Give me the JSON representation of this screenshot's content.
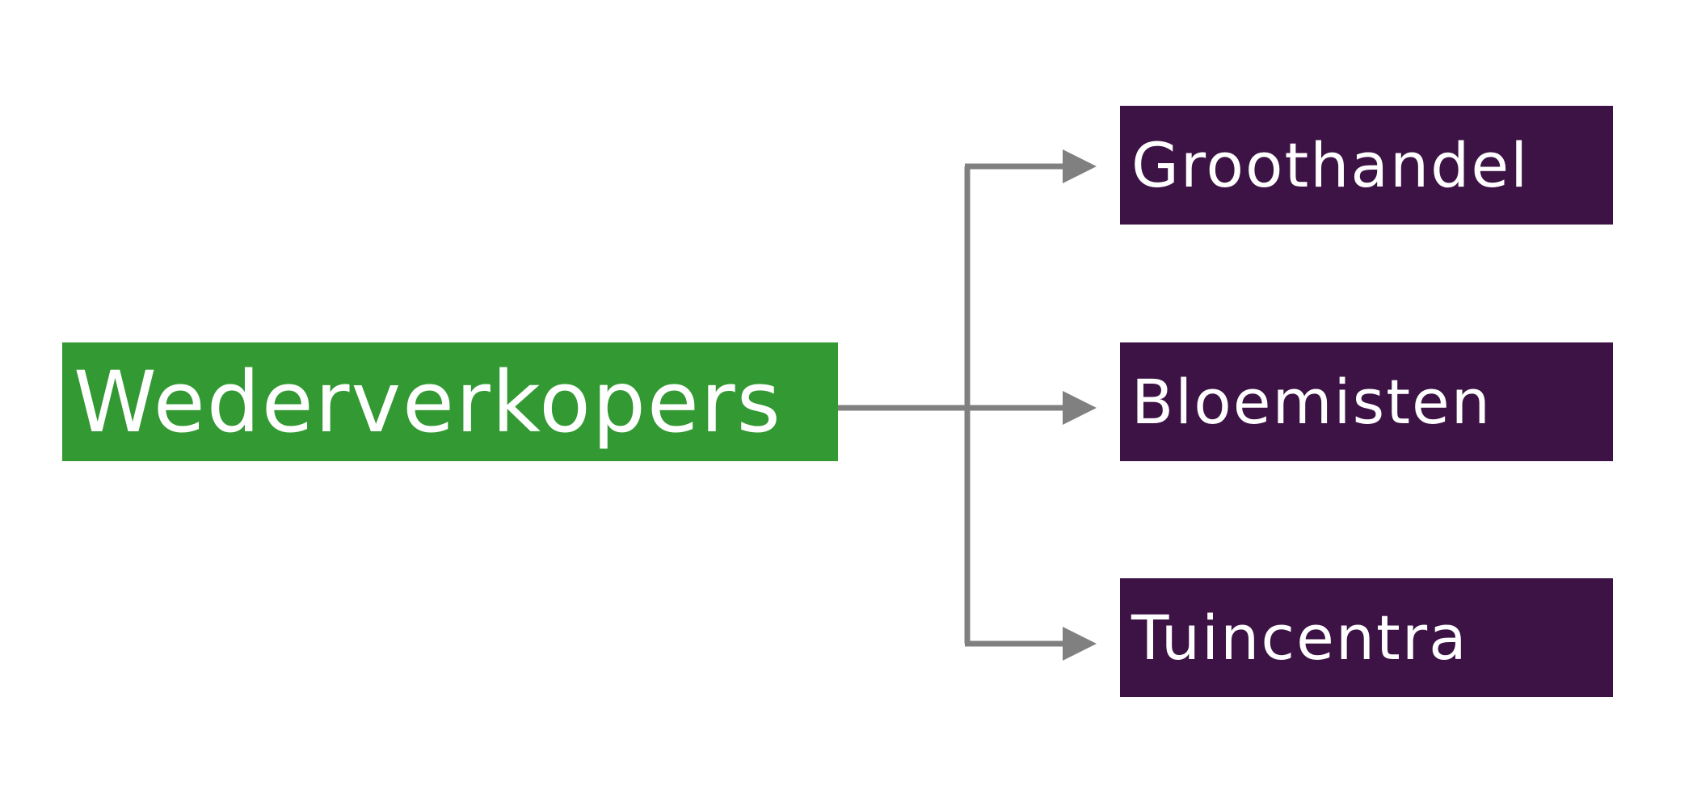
{
  "diagram": {
    "source": {
      "label": "Wederverkopers",
      "color": "#339933"
    },
    "targets": [
      {
        "label": "Groothandel",
        "color": "#3d1245"
      },
      {
        "label": "Bloemisten",
        "color": "#3d1245"
      },
      {
        "label": "Tuincentra",
        "color": "#3d1245"
      }
    ],
    "connector_color": "#808080"
  }
}
